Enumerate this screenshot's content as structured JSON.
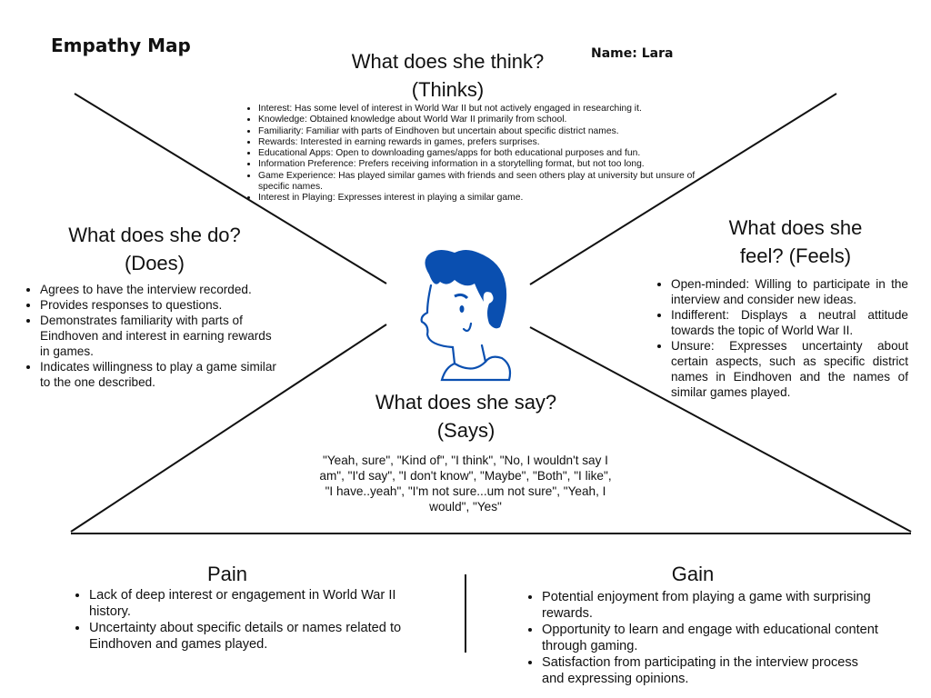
{
  "title": "Empathy Map",
  "name_label": "Name: Lara",
  "thinks": {
    "heading1": "What does she think?",
    "heading2": "(Thinks)",
    "items": [
      "Interest: Has some level of interest in World War II but not actively engaged in researching it.",
      "Knowledge: Obtained knowledge about World War II primarily from school.",
      "Familiarity: Familiar with parts of Eindhoven but uncertain about specific district names.",
      "Rewards: Interested in earning rewards in games, prefers surprises.",
      "Educational Apps: Open to downloading games/apps for both educational purposes and fun.",
      "Information Preference: Prefers receiving information in a storytelling format, but not too long.",
      "Game Experience: Has played similar games with friends and seen others play at university but unsure of specific names.",
      "Interest in Playing: Expresses interest in playing a similar game."
    ]
  },
  "does": {
    "heading1": "What does she do?",
    "heading2": "(Does)",
    "items": [
      "Agrees to have the interview recorded.",
      "Provides responses to questions.",
      "Demonstrates familiarity with parts of Eindhoven and interest in earning rewards in games.",
      "Indicates willingness to play a game similar to the one described."
    ]
  },
  "feels": {
    "heading1": "What does she",
    "heading2": "feel? (Feels)",
    "items": [
      "Open-minded: Willing to participate in the interview and consider new ideas.",
      "Indifferent: Displays a neutral attitude towards the topic of World War II.",
      "Unsure: Expresses uncertainty about certain aspects, such as specific district names in Eindhoven and the names of similar games played."
    ]
  },
  "says": {
    "heading1": "What does she say?",
    "heading2": "(Says)",
    "quote": "\"Yeah, sure\", \"Kind of\", \"I think\", \"No, I wouldn't say I am\", \"I'd say\", \"I don't know\", \"Maybe\", \"Both\", \"I like\", \"I have..yeah\", \"I'm not sure...um not sure\", \"Yeah, I would\", \"Yes\""
  },
  "pain": {
    "heading": "Pain",
    "items": [
      "Lack of deep interest or engagement in World War II history.",
      "Uncertainty about specific details or names related to Eindhoven and games played."
    ]
  },
  "gain": {
    "heading": "Gain",
    "items": [
      "Potential enjoyment from playing a game with surprising rewards.",
      "Opportunity to learn and engage with educational content through gaming.",
      "Satisfaction from participating in the interview process and expressing opinions."
    ]
  },
  "colors": {
    "avatar": "#0a4fb0"
  }
}
